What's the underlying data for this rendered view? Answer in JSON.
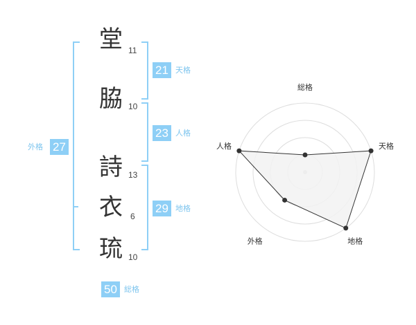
{
  "chart_data": [
    {
      "type": "table",
      "name_chars": [
        {
          "char": "堂",
          "strokes": "11"
        },
        {
          "char": "脇",
          "strokes": "10"
        },
        {
          "char": "詩",
          "strokes": "13"
        },
        {
          "char": "衣",
          "strokes": "6"
        },
        {
          "char": "琉",
          "strokes": "10"
        }
      ],
      "kaku": {
        "tenkaku": {
          "value": "21",
          "label": "天格"
        },
        "jinkaku": {
          "value": "23",
          "label": "人格"
        },
        "chikaku": {
          "value": "29",
          "label": "地格"
        },
        "gaikaku": {
          "value": "27",
          "label": "外格"
        },
        "soukaku": {
          "value": "50",
          "label": "総格"
        }
      }
    },
    {
      "type": "radar",
      "axes": [
        "総格",
        "天格",
        "地格",
        "外格",
        "人格"
      ],
      "values": [
        1,
        4,
        4,
        2,
        4
      ],
      "rlim": [
        0,
        4
      ],
      "rings": 4,
      "fill_color": "#f2f2f2",
      "line_color": "#333333",
      "grid_color": "#dddddd"
    }
  ]
}
